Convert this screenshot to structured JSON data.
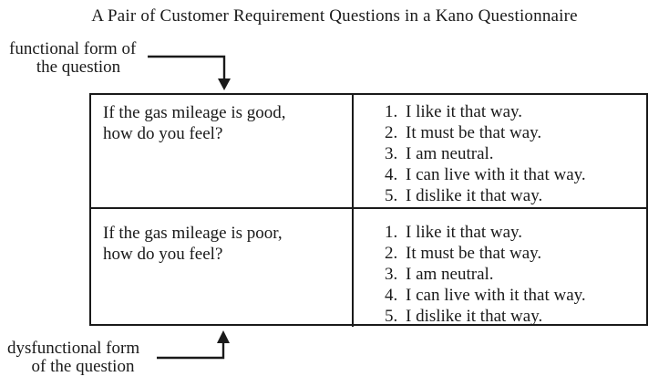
{
  "title": "A Pair of Customer Requirement Questions in a Kano Questionnaire",
  "annotations": {
    "functional": {
      "line1": "functional form of",
      "line2": "the question"
    },
    "dysfunctional": {
      "line1": "dysfunctional form",
      "line2": "of the question"
    }
  },
  "table": {
    "rows": [
      {
        "question": "If the gas mileage is good,\nhow do you feel?",
        "options": [
          {
            "num": "1.",
            "text": "I like it that way."
          },
          {
            "num": "2.",
            "text": "It must be that way."
          },
          {
            "num": "3.",
            "text": "I am neutral."
          },
          {
            "num": "4.",
            "text": "I can live with it that way."
          },
          {
            "num": "5.",
            "text": "I dislike it that way."
          }
        ]
      },
      {
        "question": "If the gas mileage is poor,\nhow do you feel?",
        "options": [
          {
            "num": "1.",
            "text": "I like it that way."
          },
          {
            "num": "2.",
            "text": "It must be that way."
          },
          {
            "num": "3.",
            "text": "I am neutral."
          },
          {
            "num": "4.",
            "text": "I can live with it that way."
          },
          {
            "num": "5.",
            "text": "I dislike it that way."
          }
        ]
      }
    ]
  },
  "colors": {
    "ink": "#1a1a1a",
    "background": "#ffffff"
  }
}
